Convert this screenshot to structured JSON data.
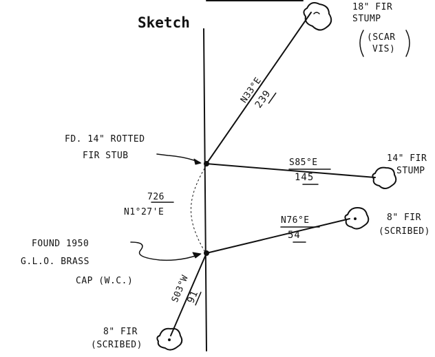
{
  "title": "Sketch",
  "corners": {
    "upper": {
      "label_lines": [
        "FD. 14\" ROTTED",
        "FIR STUB"
      ]
    },
    "lower": {
      "label_lines": [
        "FOUND 1950",
        "G.L.O. BRASS",
        "CAP (W.C.)"
      ]
    }
  },
  "tie_between": {
    "distance": "726",
    "bearing": "N1°27'E"
  },
  "ties": [
    {
      "id": "ne",
      "bearing": "N33°E",
      "distance": "239",
      "witness_lines": [
        "18\" FIR",
        "STUMP",
        "(SCAR",
        "VIS)"
      ]
    },
    {
      "id": "e",
      "bearing": "S85°E",
      "distance": "145",
      "witness_lines": [
        "14\" FIR",
        "STUMP"
      ]
    },
    {
      "id": "ene",
      "bearing": "N76°E",
      "distance": "54",
      "witness_lines": [
        "8\" FIR",
        "(SCRIBED)"
      ]
    },
    {
      "id": "ssw",
      "bearing": "S03°W",
      "distance": "91",
      "witness_lines": [
        "8\" FIR",
        "(SCRIBED)"
      ]
    }
  ]
}
